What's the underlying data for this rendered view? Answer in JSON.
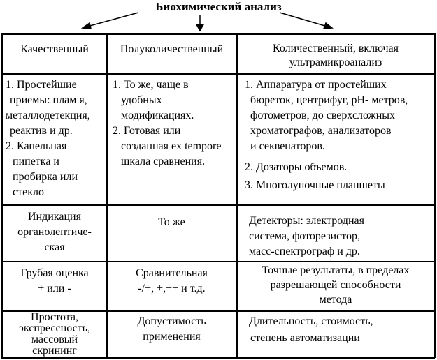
{
  "title": "Биохимический анализ",
  "headers": [
    "Качественный",
    "Полуколичественный",
    [
      "Количественный, включая",
      "ультрамикроанализ"
    ]
  ],
  "rows": [
    {
      "c1": [
        "1. Простейшие",
        "приемы: плам я,",
        "металлодетекция,",
        "реактив и др.",
        "2. Капельная",
        "пипетка и",
        "пробирка или",
        "стекло"
      ],
      "c2": [
        "1. То же,   чаще в",
        "удобных",
        "модификациях.",
        "2. Готовая или",
        "созданная ex tempore",
        "шкала сравнения."
      ],
      "c3": [
        "1. Аппаратура от  простейших",
        "бюреток, центрифуг, pH- метров,",
        "фотометров,  до сверхсложных",
        "хроматографов,  анализаторов",
        "и секвенаторов.",
        "2. Дозаторы    объемов.",
        "3. Многолуночные   планшеты"
      ]
    },
    {
      "c1": [
        "Индикация",
        "органолептиче-",
        "ская"
      ],
      "c2": [
        "То же"
      ],
      "c3": [
        "Детекторы: электродная",
        "система,  фоторезистор,",
        "масс-спектрограф  и др."
      ]
    },
    {
      "c1": [
        "Грубая оценка",
        "+ или -"
      ],
      "c2": [
        "Сравнительная",
        "-/+, +,++ и т.д."
      ],
      "c3": [
        "Точные  результаты, в пределах",
        "разрешающей  способности",
        "метода"
      ]
    },
    {
      "c1": [
        "Простота,",
        "экспрессность,",
        "массовый",
        "скрининг"
      ],
      "c2": [
        "Допустимость",
        "применения"
      ],
      "c3": [
        "Длительность,   стоимость,",
        "степень   автоматизации"
      ]
    }
  ]
}
